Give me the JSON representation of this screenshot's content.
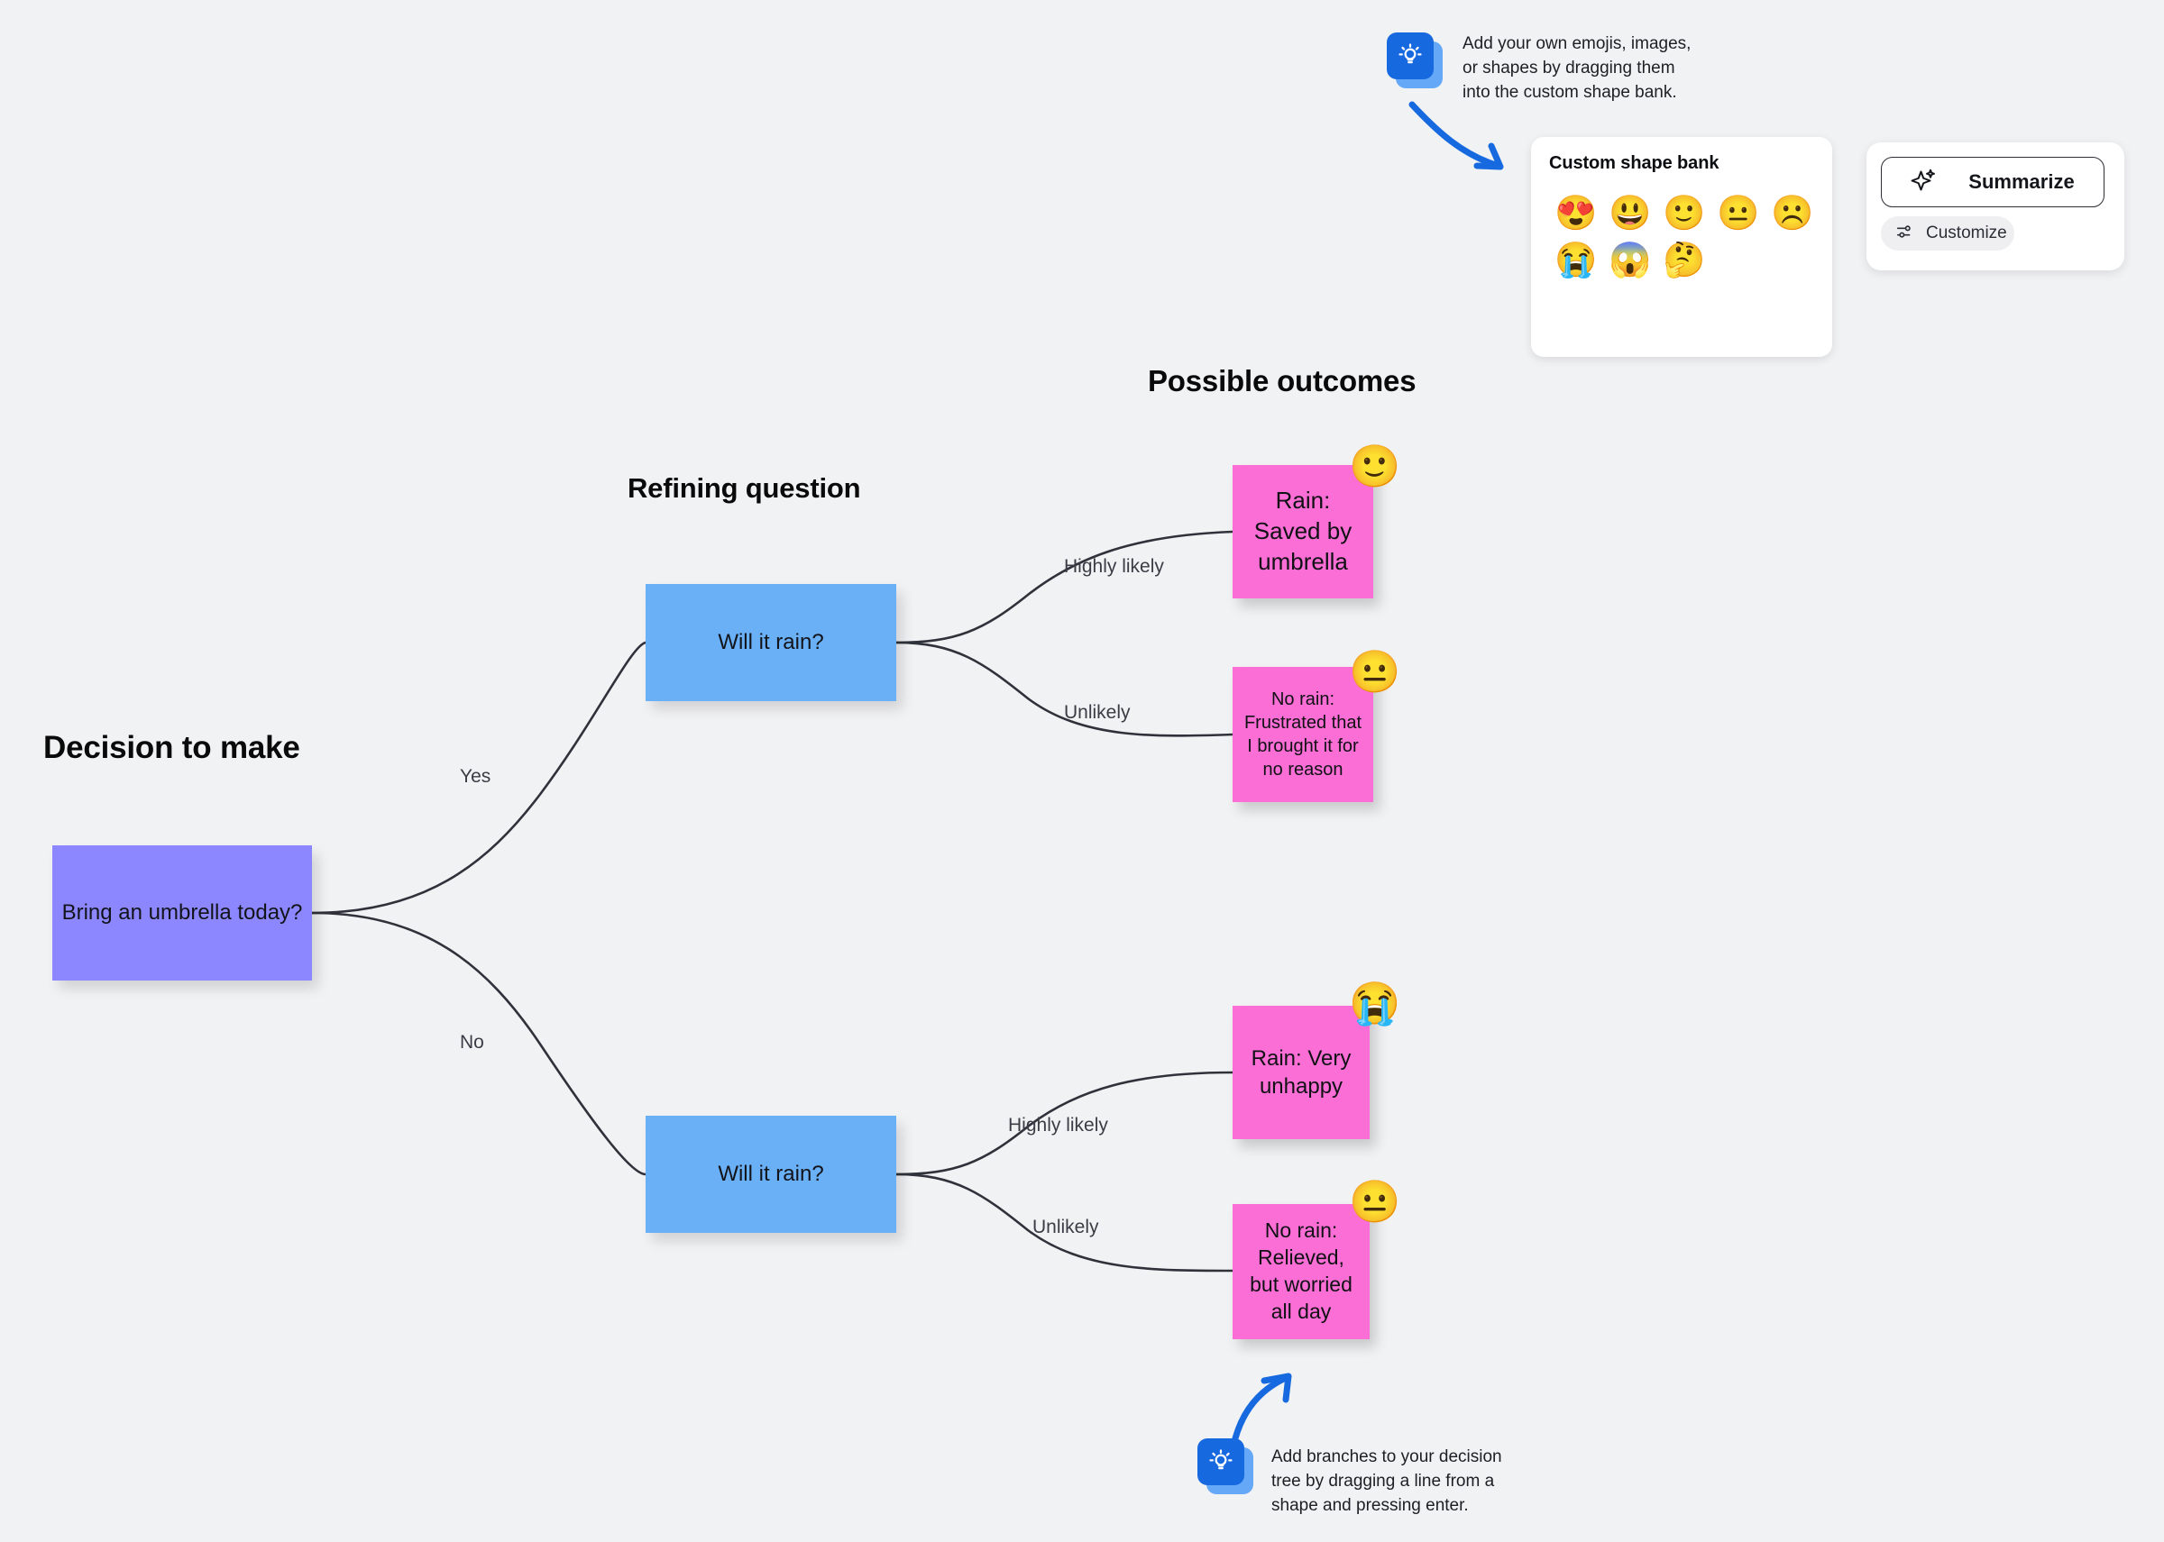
{
  "canvas": {
    "background_color": "#F1F2F4",
    "headings": {
      "decision": "Decision to make",
      "refining": "Refining question",
      "outcomes": "Possible outcomes"
    }
  },
  "tree": {
    "root": {
      "label": "Bring an umbrella today?",
      "color": "#8C87FE"
    },
    "branches": [
      {
        "label": "Will it rain?",
        "color": "#6AB0F7"
      },
      {
        "label": "Will it rain?",
        "color": "#6AB0F7"
      }
    ],
    "edge_labels": {
      "yes": "Yes",
      "no": "No",
      "highly_likely_1": "Highly likely",
      "unlikely_1": "Unlikely",
      "highly_likely_2": "Highly likely",
      "unlikely_2": "Unlikely"
    },
    "outcomes": [
      {
        "text": "Rain: Saved by umbrella",
        "emoji": "🙂",
        "emoji_name": "slightly-smiling-face",
        "color": "#FB6ED6"
      },
      {
        "text": "No rain: Frustrated that I brought it for no reason",
        "emoji": "😐",
        "emoji_name": "neutral-face",
        "color": "#FB6ED6"
      },
      {
        "text": "Rain: Very unhappy",
        "emoji": "😭",
        "emoji_name": "loudly-crying-face",
        "color": "#FB6ED6"
      },
      {
        "text": "No rain: Relieved, but worried all day",
        "emoji": "😐",
        "emoji_name": "neutral-face",
        "color": "#FB6ED6"
      }
    ]
  },
  "tips": {
    "top": "Add your own emojis, images, or shapes by dragging them into the custom shape bank.",
    "bottom": "Add branches to your decision tree by dragging a line from a shape and pressing enter.",
    "icon_name": "lightbulb-icon",
    "icon_color": "#1769E0"
  },
  "shape_bank": {
    "title": "Custom shape bank",
    "emojis": [
      {
        "glyph": "😍",
        "name": "heart-eyes-face"
      },
      {
        "glyph": "😃",
        "name": "grinning-face-big-eyes"
      },
      {
        "glyph": "🙂",
        "name": "slightly-smiling-face"
      },
      {
        "glyph": "😐",
        "name": "neutral-face"
      },
      {
        "glyph": "☹️",
        "name": "frowning-face"
      },
      {
        "glyph": "😭",
        "name": "loudly-crying-face"
      },
      {
        "glyph": "😱",
        "name": "screaming-face"
      },
      {
        "glyph": "🤔",
        "name": "thinking-face"
      }
    ]
  },
  "ai_panel": {
    "summarize_label": "Summarize",
    "customize_label": "Customize",
    "summarize_icon": "sparkle-icon",
    "customize_icon": "sliders-icon"
  }
}
